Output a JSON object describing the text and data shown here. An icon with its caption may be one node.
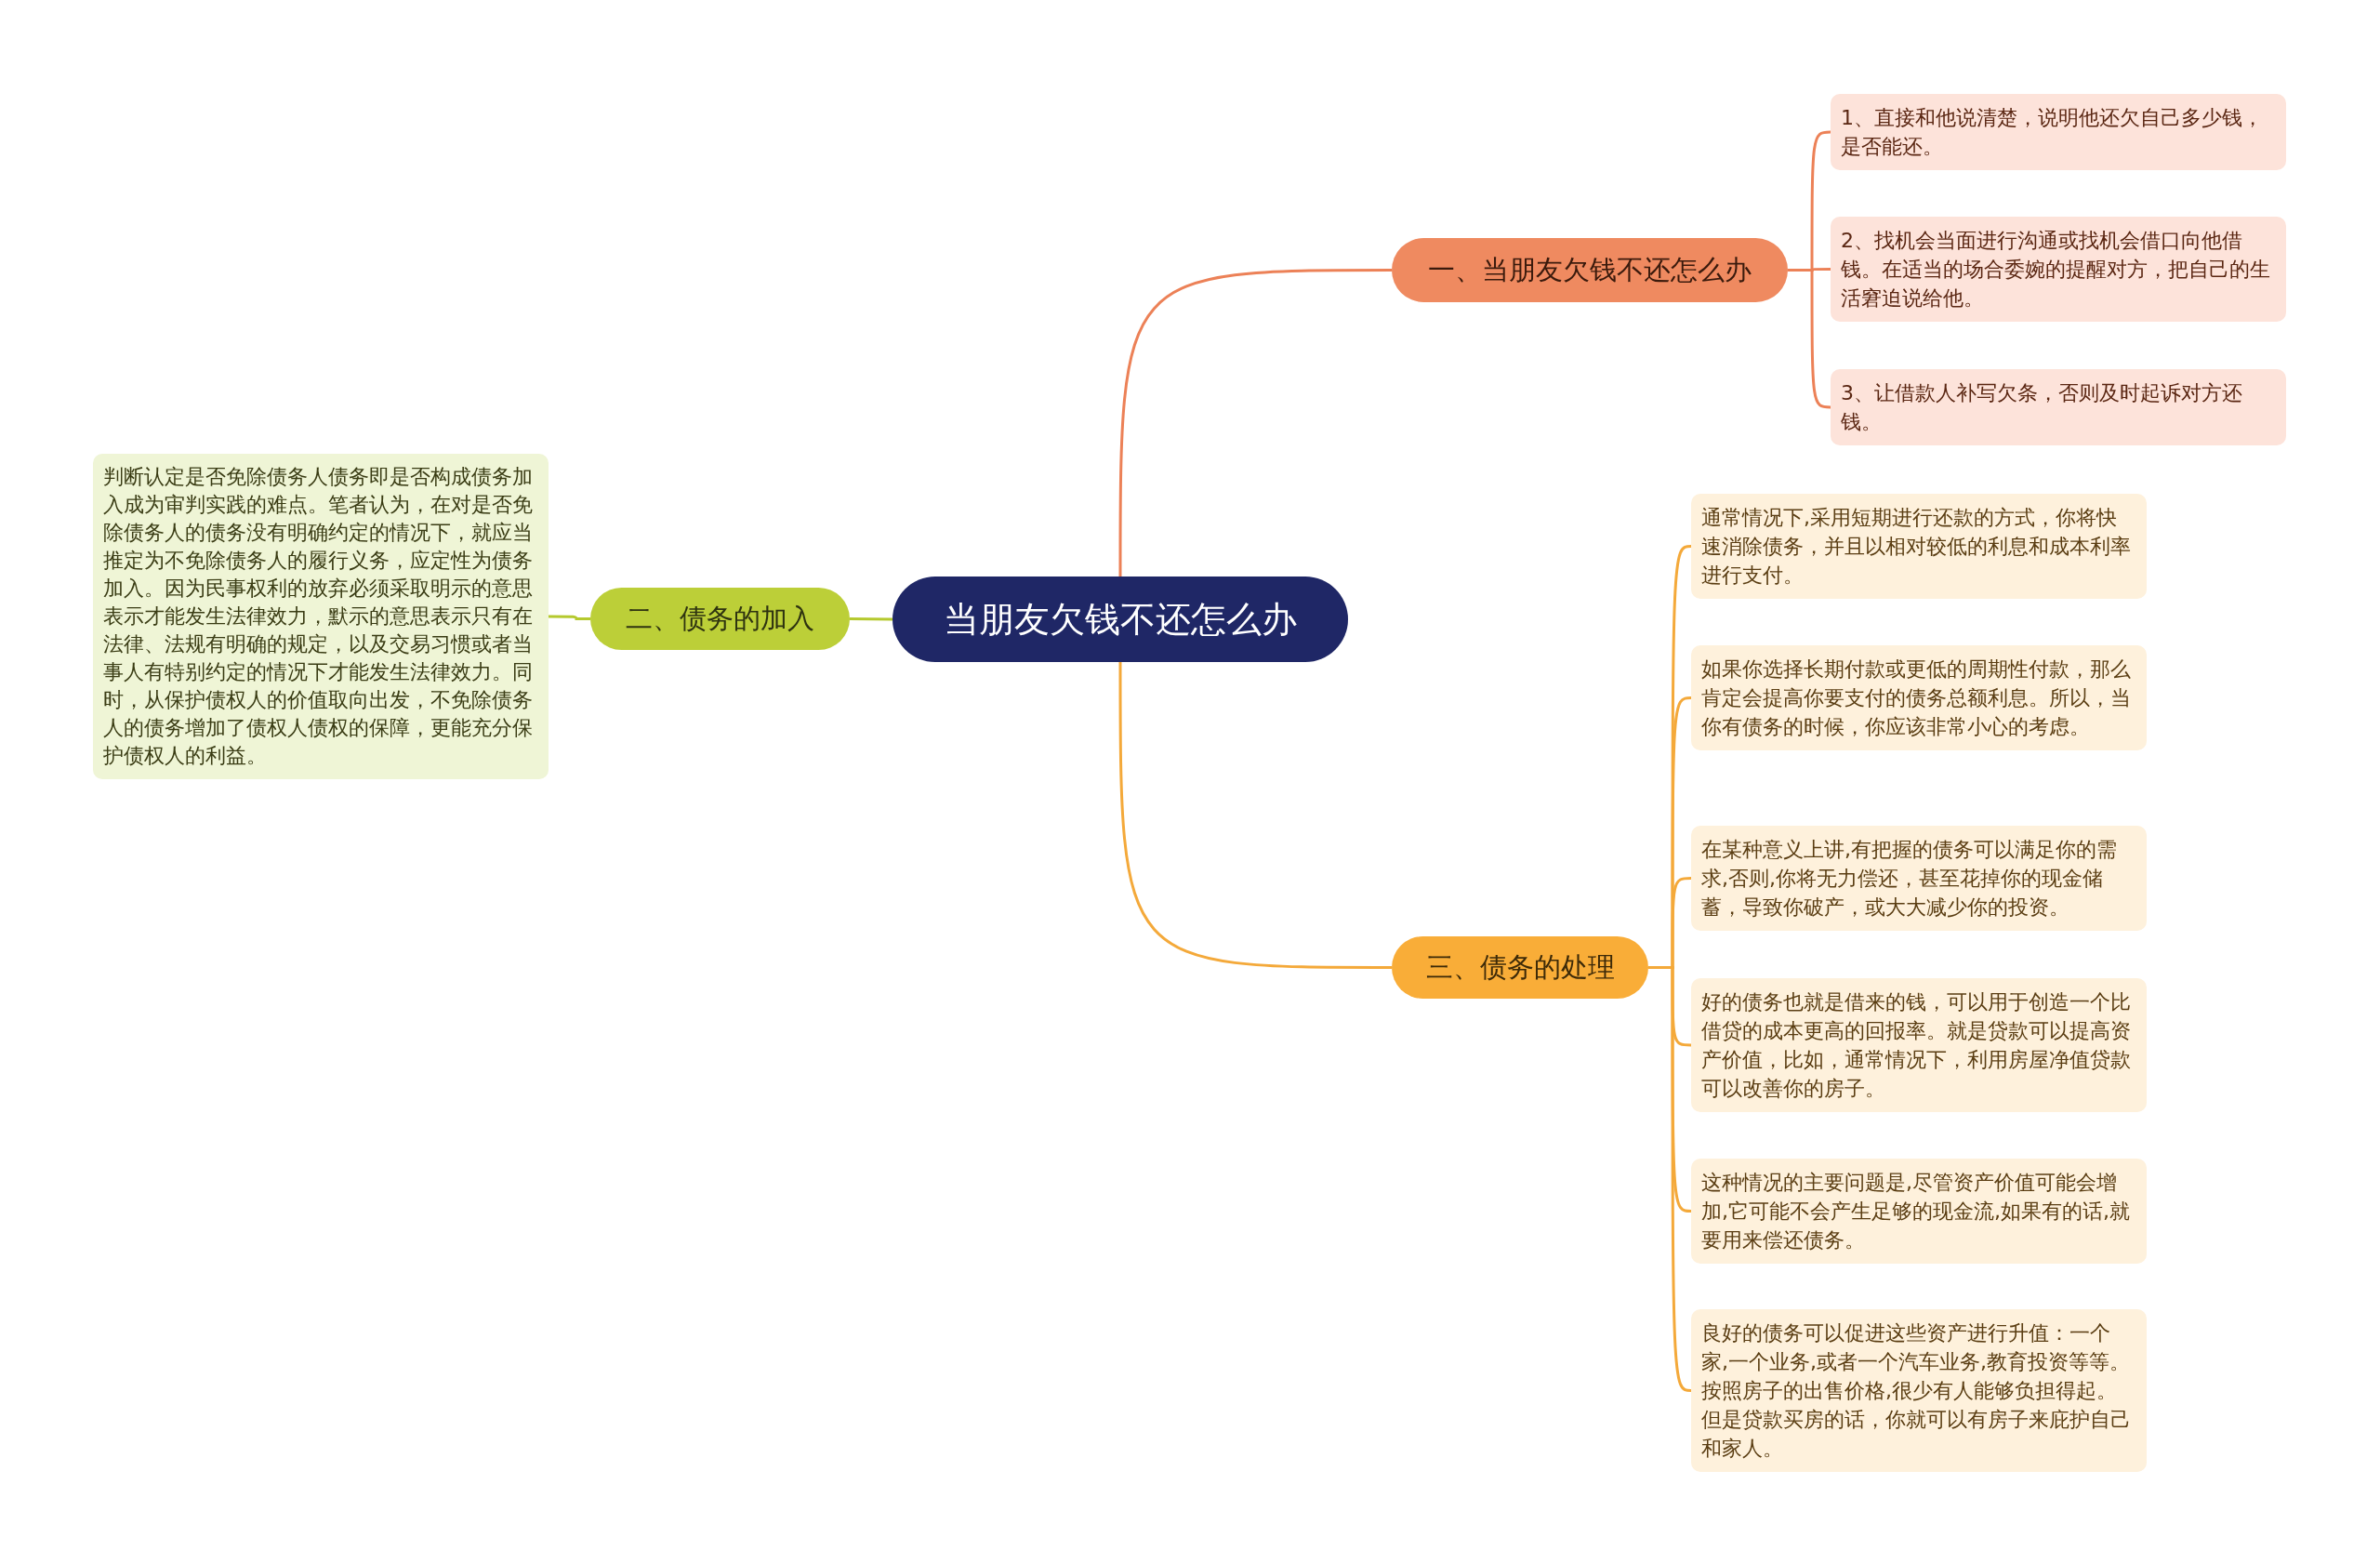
{
  "diagram": {
    "nodes": [
      {
        "text": [
          "当朋友欠钱不还怎么办"
        ]
      },
      {
        "text": [
          "一、当朋友欠钱不还怎么办"
        ]
      },
      {
        "text": [
          "1、直接和他说清楚，说明他还欠自己多少钱，是否能还。"
        ]
      },
      {
        "text": [
          "2、找机会当面进行沟通或找机会借口向他借钱。在适当的场合委婉的提醒对方，把自己的生活窘迫说给他。"
        ]
      },
      {
        "text": [
          "3、让借款人补写欠条，否则及时起诉对方还钱。"
        ]
      },
      {
        "text": [
          "二、债务的加入"
        ]
      },
      {
        "text": [
          "判断认定是否免除债务人债务即是否构成债务加入成为审判实践的难点。笔者认为，在对是否免除债务人的债务没有明确约定的情况下，就应当推定为不免除债务人的履行义务，应定性为债务加入。因为民事权利的放弃必须采取明示的意思表示才能发生法律效力，默示的意思表示只有在法律、法规有明确的规定，以及交易习惯或者当事人有特别约定的情况下才能发生法律效力。同时，从保护债权人的价值取向出发，不免除债务人的债务增加了债权人债权的保障，更能充分保护债权人的利益。"
        ]
      },
      {
        "text": [
          "三、债务的处理"
        ]
      },
      {
        "text": [
          "通常情况下,采用短期进行还款的方式，你将快速消除债务，并且以相对较低的利息和成本利率进行支付。"
        ]
      },
      {
        "text": [
          "如果你选择长期付款或更低的周期性付款，那么肯定会提高你要支付的债务总额利息。所以，当你有债务的时候，你应该非常小心的考虑。"
        ]
      },
      {
        "text": [
          "在某种意义上讲,有把握的债务可以满足你的需求,否则,你将无力偿还，甚至花掉你的现金储蓄，导致你破产，或大大减少你的投资。"
        ]
      },
      {
        "text": [
          "好的债务也就是借来的钱，可以用于创造一个比借贷的成本更高的回报率。就是贷款可以提高资产价值，比如，通常情况下，利用房屋净值贷款可以改善你的房子。"
        ]
      },
      {
        "text": [
          "这种情况的主要问题是,尽管资产价值可能会增加,它可能不会产生足够的现金流,如果有的话,就要用来偿还债务。"
        ]
      },
      {
        "text": [
          "良好的债务可以促进这些资产进行升值：一个家,一个业务,或者一个汽车业务,教育投资等等。按照房子的出售价格,很少有人能够负担得起。但是贷款买房的话，你就可以有房子来庇护自己和家人。"
        ]
      }
    ],
    "edges": [
      {
        "from": 0,
        "to": 1,
        "arrow": "none",
        "color": "#ec8157"
      },
      {
        "from": 1,
        "to": 2,
        "arrow": "none",
        "color": "#ec8157"
      },
      {
        "from": 1,
        "to": 3,
        "arrow": "none",
        "color": "#ec8157"
      },
      {
        "from": 1,
        "to": 4,
        "arrow": "none",
        "color": "#ec8157"
      },
      {
        "from": 0,
        "to": 5,
        "arrow": "none",
        "color": "#b5c92e"
      },
      {
        "from": 5,
        "to": 6,
        "arrow": "none",
        "color": "#b5c92e"
      },
      {
        "from": 0,
        "to": 7,
        "arrow": "none"
      },
      {
        "from": 7,
        "to": 8,
        "arrow": "none"
      },
      {
        "from": 7,
        "to": 9,
        "arrow": "none"
      },
      {
        "from": 7,
        "to": 10,
        "arrow": "none"
      },
      {
        "from": 7,
        "to": 11,
        "arrow": "none"
      },
      {
        "from": 7,
        "to": 12,
        "arrow": "none"
      },
      {
        "from": 7,
        "to": 13,
        "arrow": "none"
      }
    ]
  }
}
